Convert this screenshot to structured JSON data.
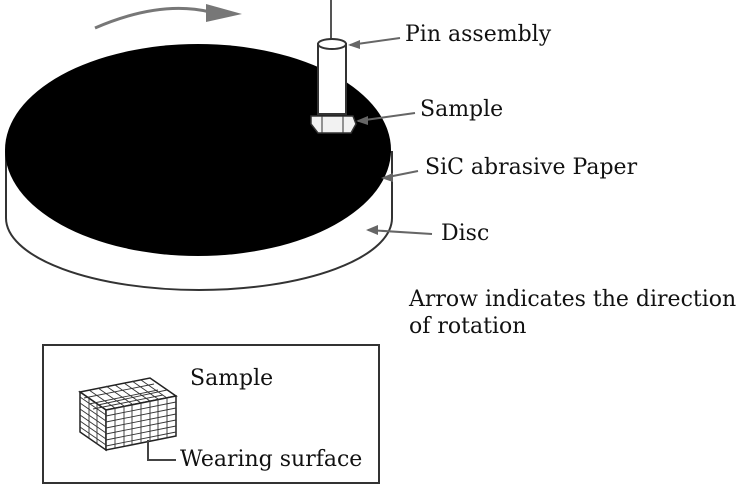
{
  "labels": {
    "pin_assembly": "Pin assembly",
    "sample": "Sample",
    "sic_paper": "SiC abrasive Paper",
    "disc": "Disc"
  },
  "note": {
    "line1": "Arrow indicates the direction",
    "line2": "of rotation"
  },
  "inset": {
    "title": "Sample",
    "wearing_surface": "Wearing surface"
  },
  "colors": {
    "abrasive_paper": "#000000",
    "disc_body": "#ffffff",
    "outline": "#333333",
    "leader": "#666666"
  }
}
